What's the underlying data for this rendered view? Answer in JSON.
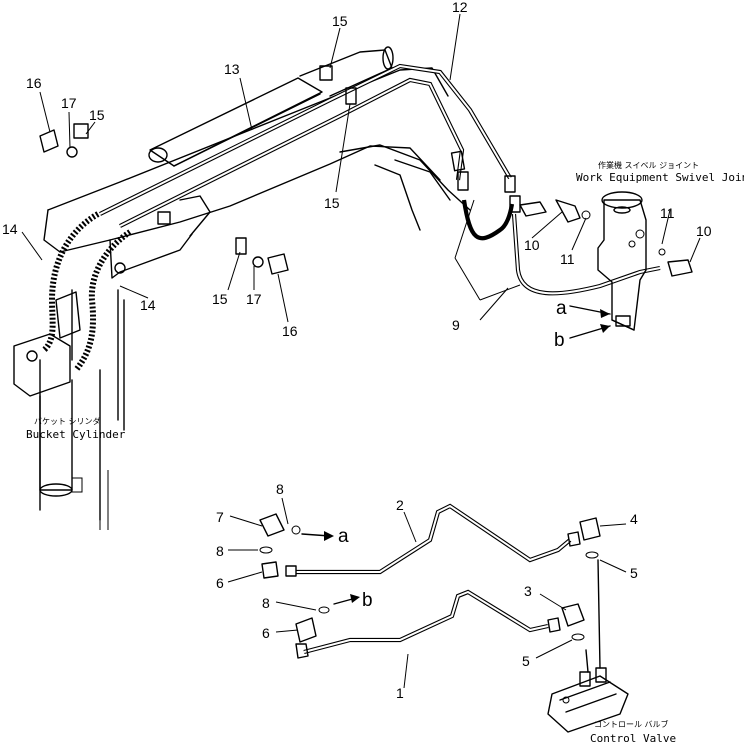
{
  "callouts": {
    "n1": "1",
    "n2": "2",
    "n3": "3",
    "n4": "4",
    "n5a": "5",
    "n5b": "5",
    "n6a": "6",
    "n6b": "6",
    "n7": "7",
    "n8a": "8",
    "n8b": "8",
    "n8c": "8",
    "n9": "9",
    "n10a": "10",
    "n10b": "10",
    "n11a": "11",
    "n11b": "11",
    "n12": "12",
    "n13": "13",
    "n14a": "14",
    "n14b": "14",
    "n15a": "15",
    "n15b": "15",
    "n15c": "15",
    "n15d": "15",
    "n16a": "16",
    "n16b": "16",
    "n17a": "17",
    "n17b": "17"
  },
  "letters": {
    "a_top": "a",
    "b_top": "b",
    "a_bottom": "a",
    "b_bottom": "b"
  },
  "labels": {
    "swivel_jp": "作業機 スイベル ジョイント",
    "swivel_en": "Work Equipment Swivel Joint",
    "bucket_jp": "バケット シリンダ",
    "bucket_en": "Bucket Cylinder",
    "valve_jp": "コントロール バルブ",
    "valve_en": "Control Valve"
  }
}
